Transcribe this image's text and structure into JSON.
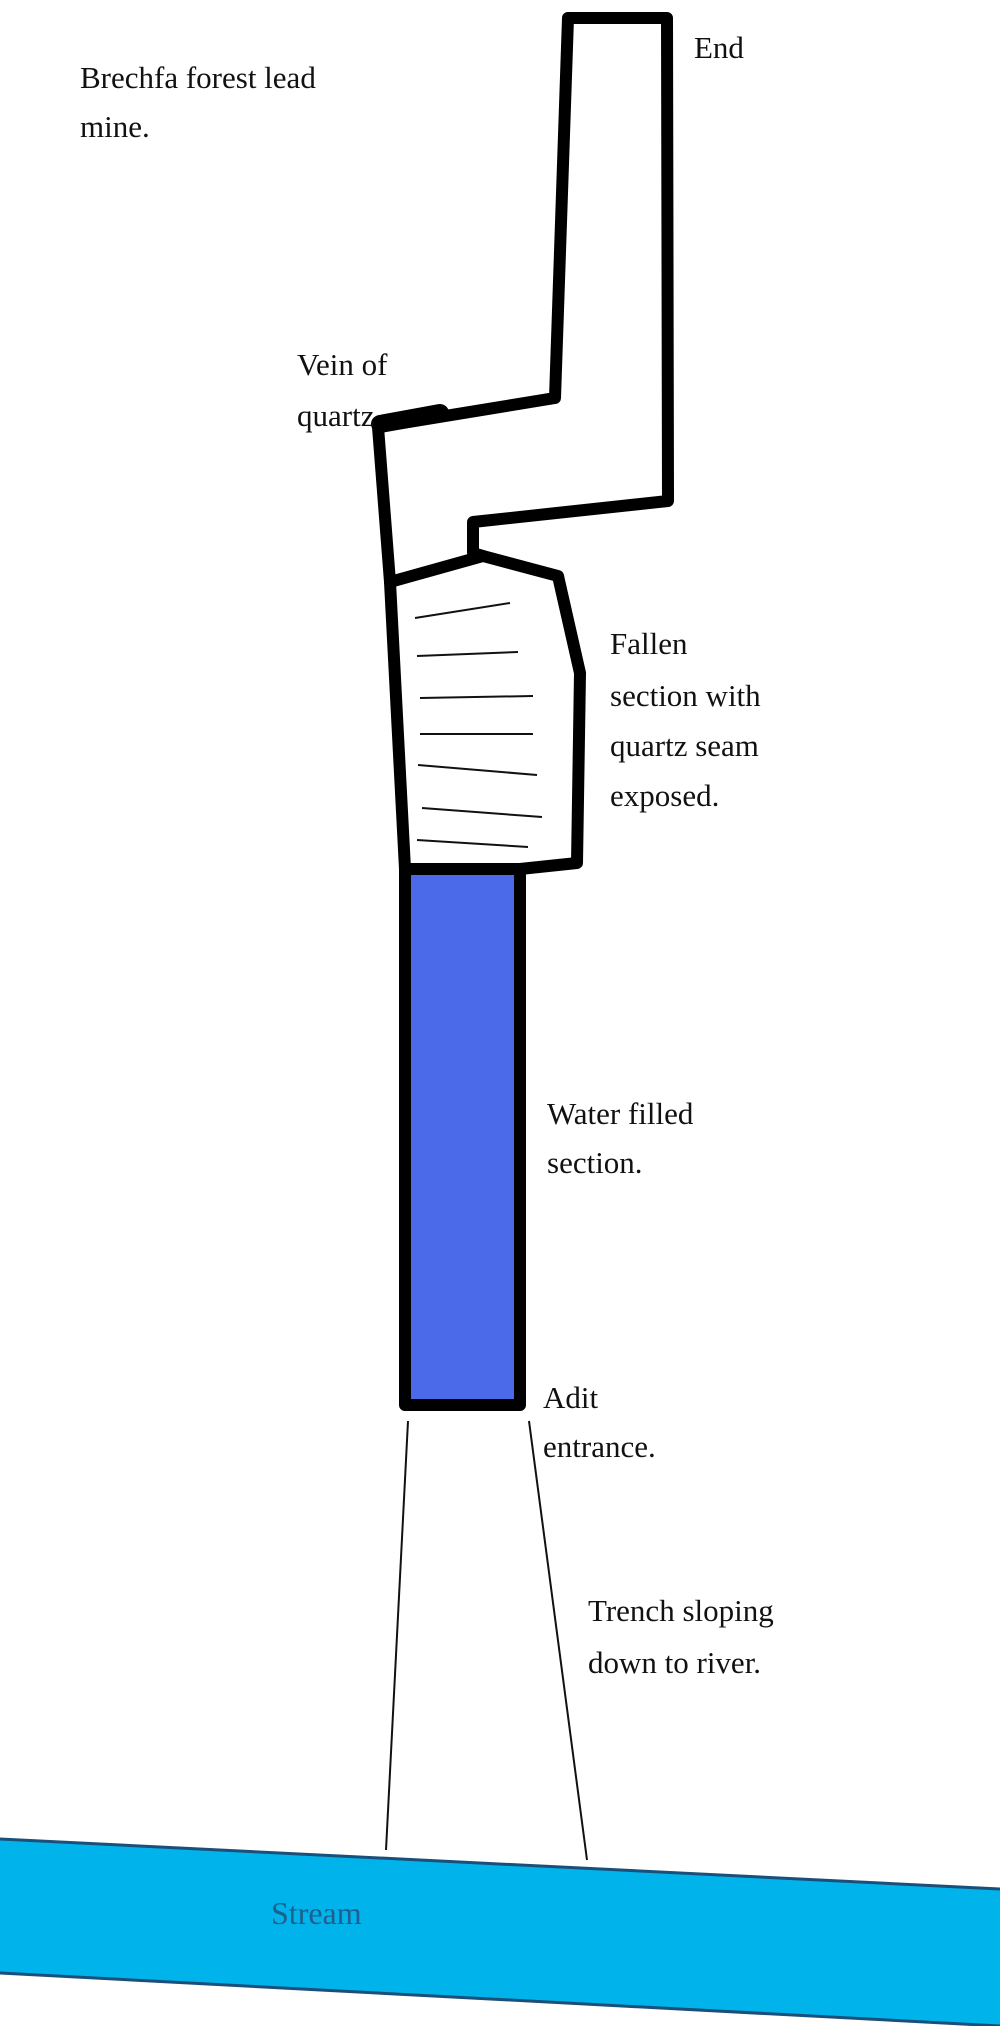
{
  "title": [
    "Brechfa forest lead",
    "mine."
  ],
  "labels": {
    "end": "End",
    "vein": [
      "Vein of",
      "quartz"
    ],
    "fallen": [
      "Fallen",
      "section with",
      "quartz seam",
      "exposed."
    ],
    "water": [
      "Water filled",
      "section."
    ],
    "adit": [
      "Adit",
      "entrance."
    ],
    "trench": [
      "Trench sloping",
      "down to river."
    ],
    "stream": "Stream"
  },
  "colors": {
    "water_section": "#4a6aea",
    "stream": "#00b3ea",
    "stream_text": "#1d5f8e"
  }
}
